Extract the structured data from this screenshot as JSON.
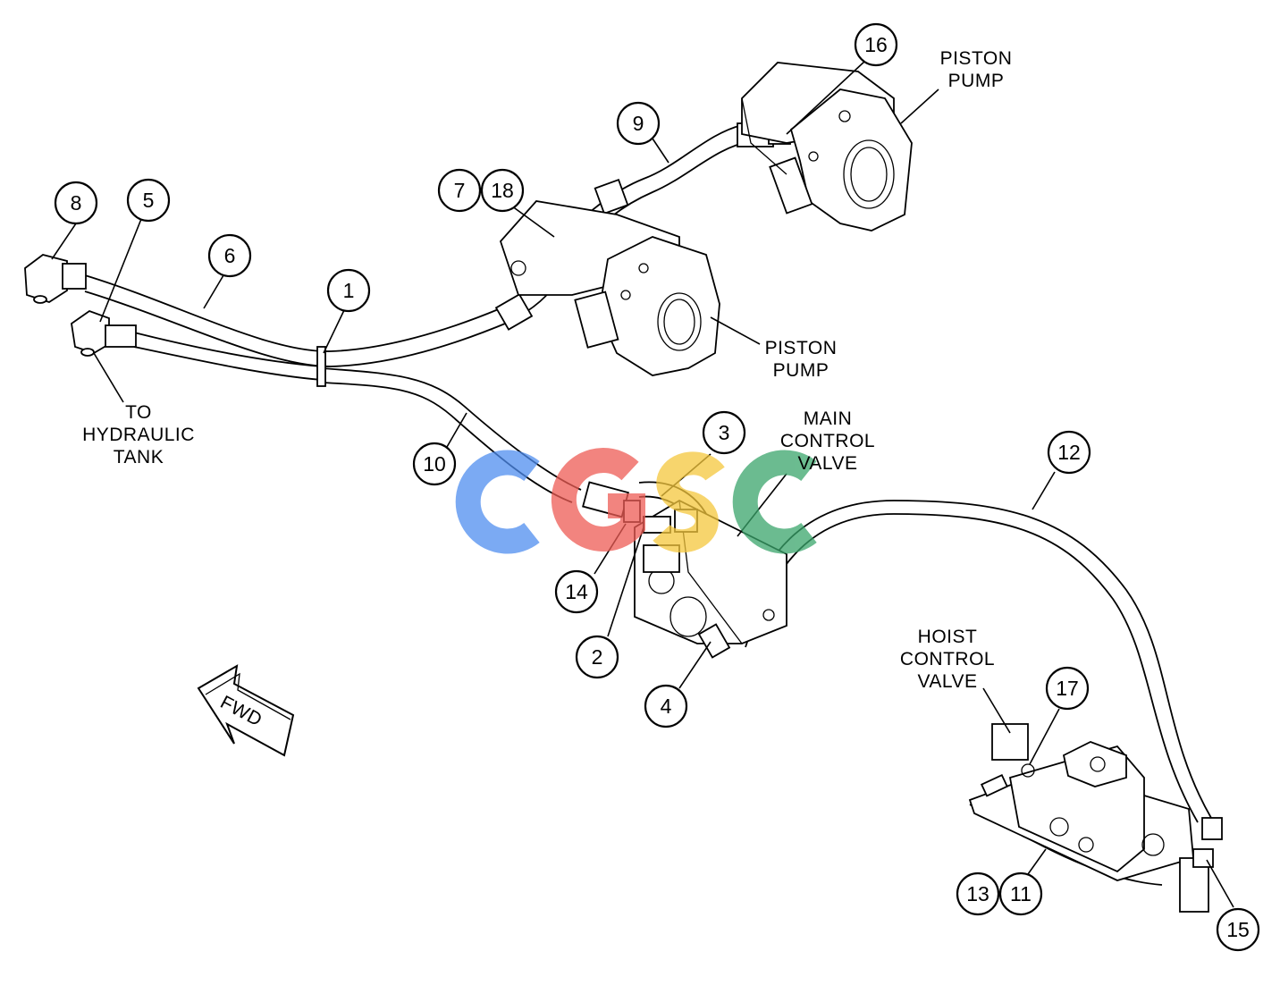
{
  "diagram": {
    "callouts": [
      {
        "id": "c1",
        "text": "1"
      },
      {
        "id": "c2",
        "text": "2"
      },
      {
        "id": "c3",
        "text": "3"
      },
      {
        "id": "c4",
        "text": "4"
      },
      {
        "id": "c5",
        "text": "5"
      },
      {
        "id": "c6",
        "text": "6"
      },
      {
        "id": "c7",
        "text": "7"
      },
      {
        "id": "c8",
        "text": "8"
      },
      {
        "id": "c9",
        "text": "9"
      },
      {
        "id": "c10",
        "text": "10"
      },
      {
        "id": "c11",
        "text": "11"
      },
      {
        "id": "c12",
        "text": "12"
      },
      {
        "id": "c13",
        "text": "13"
      },
      {
        "id": "c14",
        "text": "14"
      },
      {
        "id": "c15",
        "text": "15"
      },
      {
        "id": "c16",
        "text": "16"
      },
      {
        "id": "c17",
        "text": "17"
      },
      {
        "id": "c18",
        "text": "18"
      }
    ],
    "labels": {
      "piston_pump_top": [
        "PISTON",
        "PUMP"
      ],
      "piston_pump_mid": [
        "PISTON",
        "PUMP"
      ],
      "hydraulic_tank": [
        "TO",
        "HYDRAULIC",
        "TANK"
      ],
      "main_control_valve": [
        "MAIN",
        "CONTROL",
        "VALVE"
      ],
      "hoist_control_valve": [
        "HOIST",
        "CONTROL",
        "VALVE"
      ],
      "fwd_arrow": "FWD"
    },
    "watermark": {
      "text": "CGSC",
      "colors": [
        "#4f8ef0",
        "#ee5c55",
        "#f5c73d",
        "#3aa56b"
      ]
    }
  }
}
